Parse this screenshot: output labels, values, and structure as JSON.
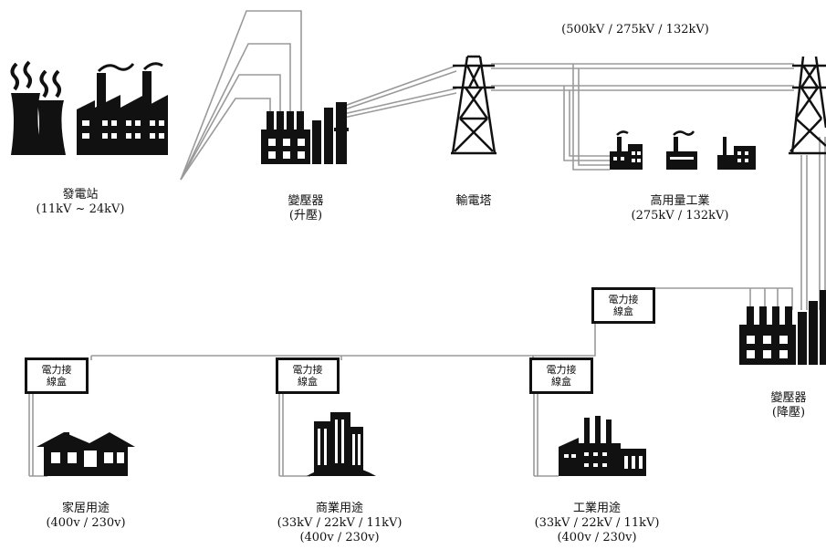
{
  "voltage_header": "(500kV / 275kV / 132kV)",
  "nodes": {
    "power_station": {
      "name": "發電站",
      "voltage": "(11kV ~ 24kV)"
    },
    "step_up_transformer": {
      "name": "變壓器",
      "note": "(升壓)"
    },
    "transmission_tower": {
      "name": "輸電塔"
    },
    "heavy_industry": {
      "name": "高用量工業",
      "voltage": "(275kV / 132kV)"
    },
    "step_down_transformer": {
      "name": "變壓器",
      "note": "(降壓)"
    },
    "domestic": {
      "name": "家居用途",
      "voltage": "(400v / 230v)"
    },
    "commercial": {
      "name": "商業用途",
      "voltage": "(33kV / 22kV / 11kV)",
      "voltage2": "(400v / 230v)"
    },
    "industrial": {
      "name": "工業用途",
      "voltage": "(33kV / 22kV / 11kV)",
      "voltage2": "(400v / 230v)"
    }
  },
  "junction_boxes": {
    "upper": {
      "line1": "電力接",
      "line2": "線盒"
    },
    "industrial": {
      "line1": "電力接",
      "line2": "線盒"
    },
    "commercial": {
      "line1": "電力接",
      "line2": "線盒"
    },
    "domestic": {
      "line1": "電力接",
      "line2": "線盒"
    }
  },
  "colors": {
    "line": "#9a9a9a",
    "icon": "#111111"
  }
}
